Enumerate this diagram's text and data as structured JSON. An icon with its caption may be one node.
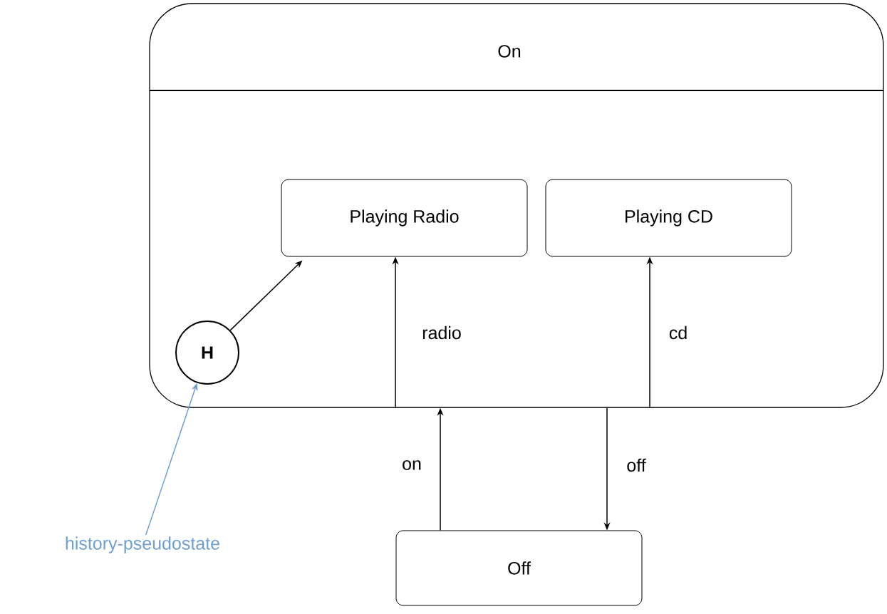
{
  "diagram": {
    "nodes": [
      {
        "text": [
          "On"
        ]
      },
      {
        "text": [
          "Playing Radio"
        ],
        "in": 0
      },
      {
        "text": [
          "Playing CD"
        ],
        "in": 0
      },
      {
        "text": [
          "H"
        ],
        "in": 0
      },
      {
        "text": [
          "Off"
        ]
      },
      {
        "text": [
          "history-pseudostate"
        ]
      }
    ],
    "edges": [
      {
        "from": 3,
        "to": 1,
        "arrow": "to"
      },
      {
        "from": 0,
        "to": 1,
        "arrow": "to",
        "label": "radio"
      },
      {
        "from": 0,
        "to": 2,
        "arrow": "to",
        "label": "cd"
      },
      {
        "from": 4,
        "to": 0,
        "arrow": "to",
        "label": "on"
      },
      {
        "from": 0,
        "to": 4,
        "arrow": "to",
        "label": "off"
      },
      {
        "from": 5,
        "to": 3,
        "arrow": "to",
        "color": "#6f9fcf"
      }
    ]
  }
}
